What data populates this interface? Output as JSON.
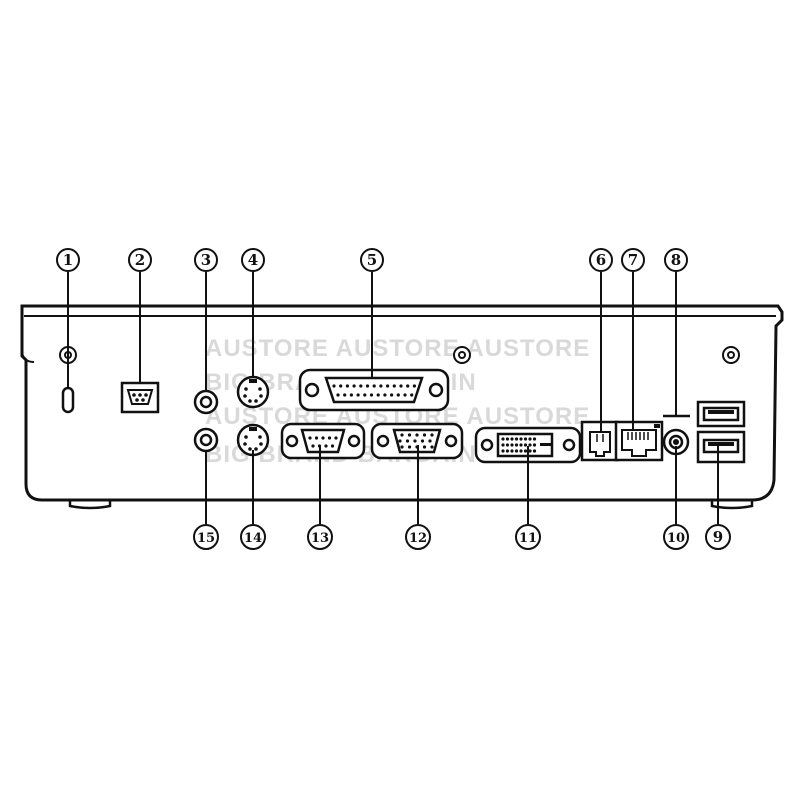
{
  "callouts": {
    "c1": "1",
    "c2": "2",
    "c3": "3",
    "c4": "4",
    "c5": "5",
    "c6": "6",
    "c7": "7",
    "c8": "8",
    "c9": "9",
    "c10": "10",
    "c11": "11",
    "c12": "12",
    "c13": "13",
    "c14": "14",
    "c15": "15"
  },
  "watermark": {
    "line1": "AUSTORE AUSTORE AUSTORE",
    "line2": "BIG BRAND BARGAIN",
    "line3": "AUSTORE AUSTORE AUSTORE",
    "line4": "BIG BRAND BARGAIN"
  },
  "colors": {
    "line": "#111111",
    "fill": "#ffffff",
    "watermark": "#d9d9d9"
  }
}
